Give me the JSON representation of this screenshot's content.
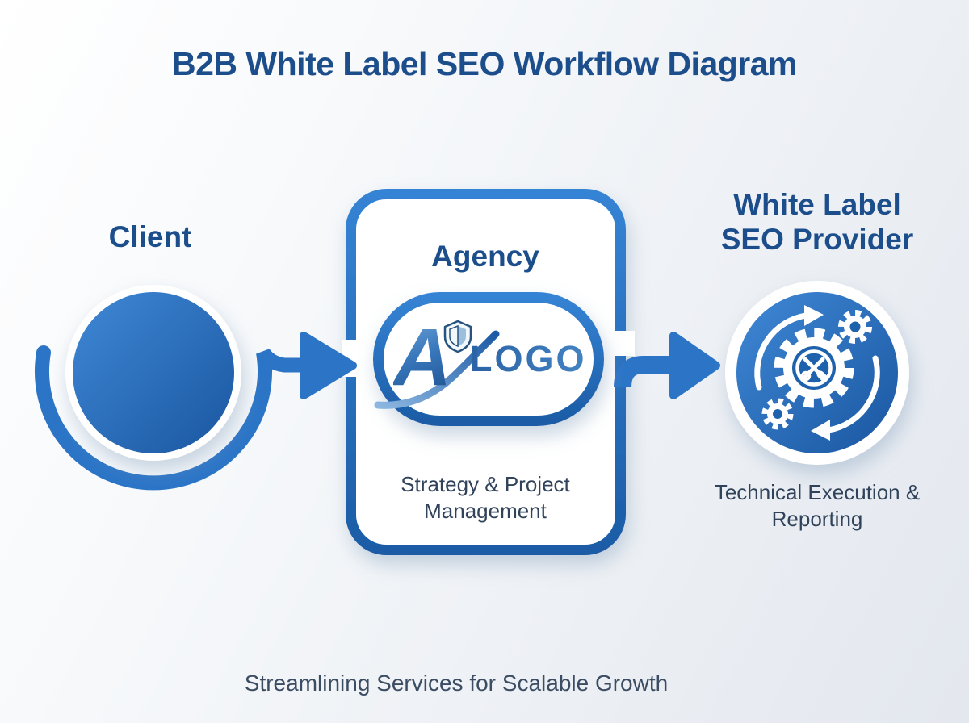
{
  "title": "B2B White Label SEO Workflow Diagram",
  "caption": "Streamlining Services for Scalable Growth",
  "colors": {
    "accent_blue": "#2b74c6",
    "navy_heading": "#1d4e8c",
    "body_text": "#31435a",
    "background": "#eef1f5",
    "circle_gradient_start": "#3f88d6",
    "circle_gradient_end": "#1a56a0"
  },
  "nodes": {
    "client": {
      "label": "Client",
      "icon": "businessman-briefcase-icon"
    },
    "agency": {
      "label": "Agency",
      "logo_mark": "A",
      "logo_text": "LOGO",
      "description": "Strategy & Project Management"
    },
    "provider": {
      "label": "White Label SEO Provider",
      "icon": "gears-tools-sync-icon",
      "description": "Technical Execution & Reporting"
    }
  },
  "flow": [
    "client",
    "agency",
    "provider"
  ]
}
